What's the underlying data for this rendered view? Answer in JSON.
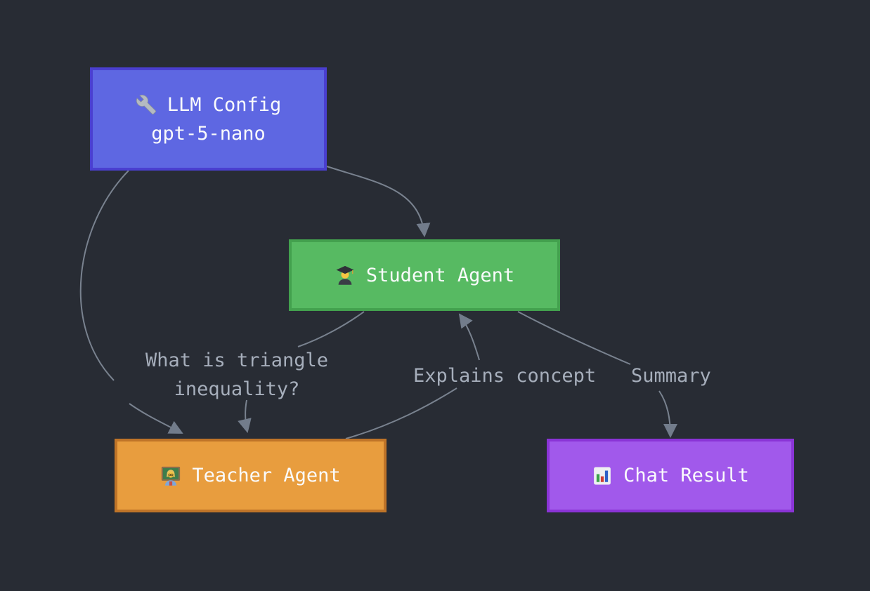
{
  "diagram": {
    "nodes": {
      "llm_config": {
        "title": "LLM Config",
        "subtitle": "gpt-5-nano",
        "icon": "wrench-icon",
        "fill": "#5e67e2",
        "border": "#4a3fd0"
      },
      "student_agent": {
        "title": "Student Agent",
        "icon": "student-icon",
        "fill": "#57ba62",
        "border": "#43a14e"
      },
      "teacher_agent": {
        "title": "Teacher Agent",
        "icon": "woman-teacher-icon",
        "fill": "#e89d3e",
        "border": "#bf7428"
      },
      "chat_result": {
        "title": "Chat Result",
        "icon": "bar-chart-icon",
        "fill": "#a159eb",
        "border": "#8a34d6"
      }
    },
    "edges": [
      {
        "from": "llm_config",
        "to": "student_agent",
        "label": ""
      },
      {
        "from": "llm_config",
        "to": "teacher_agent",
        "label": ""
      },
      {
        "from": "student_agent",
        "to": "teacher_agent",
        "label": "What is triangle inequality?"
      },
      {
        "from": "teacher_agent",
        "to": "student_agent",
        "label": "Explains concept"
      },
      {
        "from": "student_agent",
        "to": "chat_result",
        "label": "Summary"
      }
    ],
    "colors": {
      "background": "#282c34",
      "edge": "#79828f",
      "edge_arrow": "#727c8b",
      "edge_label": "#a6aebb",
      "node_text": "#fafbfc"
    }
  }
}
